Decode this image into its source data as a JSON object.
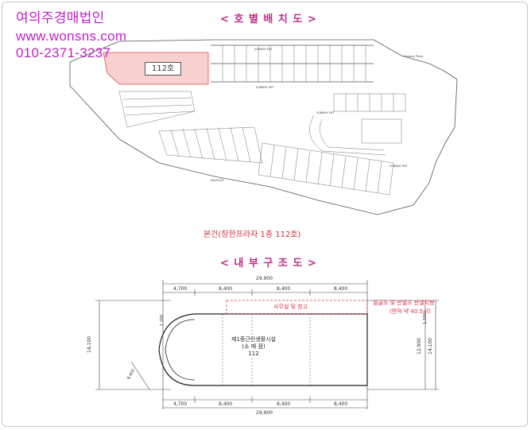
{
  "watermark": {
    "company": "여의주경매법인",
    "website": "www.wonsns.com",
    "phone": "010-2371-3237"
  },
  "floor_plan": {
    "title": "< 호 별 배 치 도 >",
    "unit_label": "112호",
    "caption": "본건(장한프라자 1층 112호)"
  },
  "section": {
    "title": "< 내 부 구 조 도 >",
    "dims_top": [
      "4,700",
      "8,400",
      "8,400",
      "8,400"
    ],
    "dims_bottom": [
      "4,700",
      "8,400",
      "8,400",
      "8,400"
    ],
    "total_top": "29,900",
    "total_bottom": "29,900",
    "left_height": "14,100",
    "right_height_outer": "14,100",
    "right_height_inner": "12,900",
    "side_small_left": "1,200",
    "side_small_right": "1,200",
    "room_line1": "제1종근린생활시설",
    "room_line2": "(소 매 점)",
    "room_number": "112",
    "office_label": "사무실 및 창고",
    "note_line1": "철골조 및 판넬조 판넬지붕",
    "note_line2": "(면적 약 40.5㎡)",
    "diag_dim": "8,400"
  }
}
